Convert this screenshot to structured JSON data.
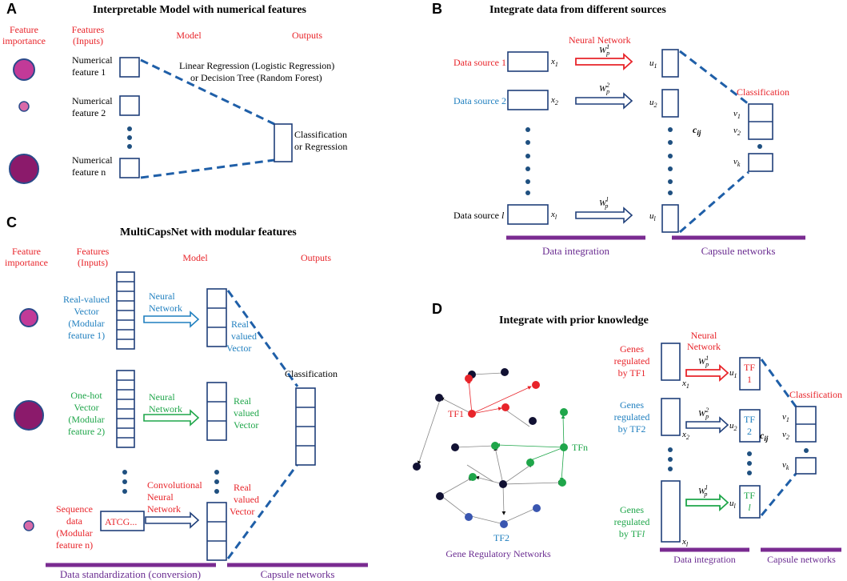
{
  "colors": {
    "red": "#e8242a",
    "blue": "#1f7fbf",
    "green": "#1fa64a",
    "box": "#1f3f7a",
    "bar": "#7a2b91",
    "node_black": "#111133",
    "node_red": "#e8242a",
    "node_green": "#1fa64a",
    "node_blue": "#3a56b0",
    "circle": "#8b1a6b"
  },
  "panelA": {
    "letter": "A",
    "title": "Interpretable Model with numerical  features",
    "feat_imp": [
      "Feature",
      "importance"
    ],
    "features": [
      "Features",
      "(Inputs)"
    ],
    "model": "Model",
    "outputs": "Outputs",
    "f1": [
      "Numerical",
      "feature 1"
    ],
    "f2": [
      "Numerical",
      "feature 2"
    ],
    "fn": [
      "Numerical",
      "feature n"
    ],
    "model_text": [
      "Linear Regression (Logistic Regression)",
      "or Decision Tree (Random Forest)"
    ],
    "out_text": [
      "Classification",
      "or Regression"
    ]
  },
  "panelB": {
    "letter": "B",
    "title": "Integrate data from different sources",
    "nn": "Neural Network",
    "src1": "Data source 1",
    "src2": "Data source 2",
    "srcl": "Data source ",
    "srcl_italic": "l",
    "x1": "x",
    "x1s": "1",
    "x2": "x",
    "x2s": "2",
    "xl": "x",
    "xls": "l",
    "w1": "W",
    "w1sup": "1",
    "w1sub": "p",
    "w2": "W",
    "w2sup": "2",
    "w2sub": "p",
    "wl": "W",
    "wlsup": "l",
    "wlsub": "p",
    "u1": "u",
    "u1s": "1",
    "u2": "u",
    "u2s": "2",
    "ul": "u",
    "uls": "l",
    "cij": "c",
    "cijs": "ij",
    "classification": "Classification",
    "v1": "v",
    "v1s": "1",
    "v2": "v",
    "v2s": "2",
    "vk": "v",
    "vks": "k",
    "bar1": "Data integration",
    "bar2": "Capsule networks"
  },
  "panelC": {
    "letter": "C",
    "title": "MultiCapsNet with modular features",
    "feat_imp": [
      "Feature",
      "importance"
    ],
    "features": [
      "Features",
      "(Inputs)"
    ],
    "model": "Model",
    "outputs": "Outputs",
    "rv": [
      "Real-valued",
      "Vector",
      "(Modular",
      "feature 1)"
    ],
    "oh": [
      "One-hot",
      "Vector",
      "(Modular",
      "feature 2)"
    ],
    "sq": [
      "Sequence",
      "data",
      "(Modular",
      "feature n)"
    ],
    "nn1": [
      "Neural",
      "Network"
    ],
    "nn2": [
      "Neural",
      "Network"
    ],
    "cnn": [
      "Convolutional",
      "Neural",
      "Network"
    ],
    "rvv1": [
      "Real",
      "valued",
      "Vector"
    ],
    "rvv2": [
      "Real",
      "valued",
      "Vector"
    ],
    "rvv3": [
      "Real",
      "valued",
      "Vector"
    ],
    "atcg": "ATCG...",
    "classification": "Classification",
    "bar1": "Data standardization (conversion)",
    "bar2": "Capsule networks"
  },
  "panelD": {
    "letter": "D",
    "title": "Integrate with prior knowledge",
    "tf1": "TF1",
    "tfn": "TFn",
    "tf2": "TF2",
    "grn": "Gene Regulatory Networks",
    "g1": [
      "Genes",
      "regulated",
      "by TF1"
    ],
    "g2": [
      "Genes",
      "regulated",
      "by TF2"
    ],
    "gl": [
      "Genes",
      "regulated",
      "by TF"
    ],
    "gl_it": "l",
    "nn": [
      "Neural",
      "Network"
    ],
    "w1": "W",
    "w1sup": "1",
    "w1sub": "p",
    "w2": "W",
    "w2sup": "2",
    "w2sub": "p",
    "wl": "W",
    "wlsup": "l",
    "wlsub": "p",
    "x1": "x",
    "x1s": "1",
    "x2": "x",
    "x2s": "2",
    "xl": "x",
    "xls": "l",
    "u1": "u",
    "u1s": "1",
    "u2": "u",
    "u2s": "2",
    "ul": "u",
    "uls": "l",
    "tfb1": [
      "TF",
      "1"
    ],
    "tfb2": [
      "TF",
      "2"
    ],
    "tfbl": [
      "TF",
      "l"
    ],
    "cij": "c",
    "cijs": "ij",
    "classification": "Classification",
    "v1": "v",
    "v1s": "1",
    "v2": "v",
    "v2s": "2",
    "vk": "v",
    "vks": "k",
    "bar1": "Data integration",
    "bar2": "Capsule networks"
  }
}
